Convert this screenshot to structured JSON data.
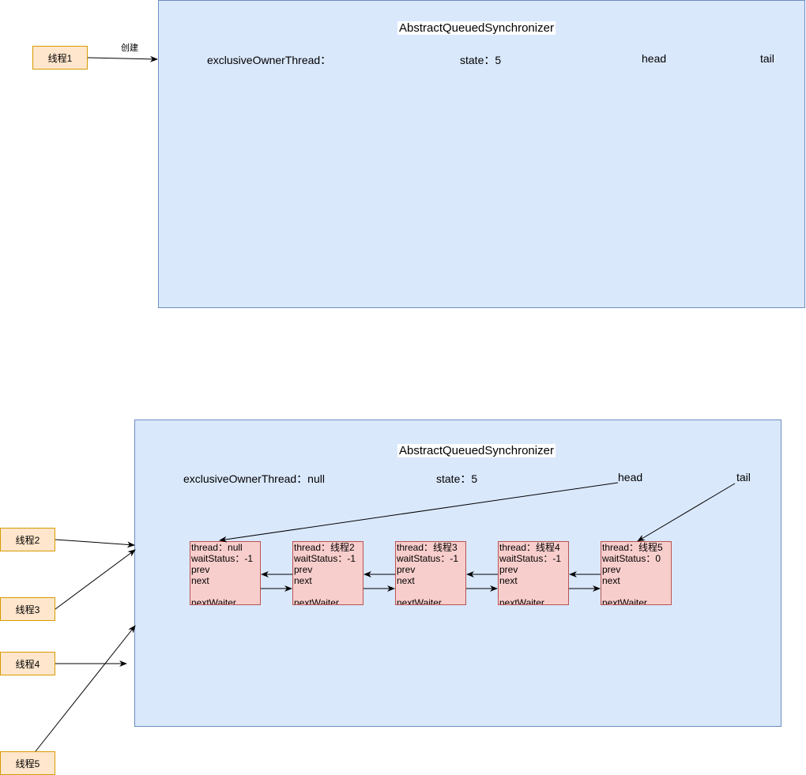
{
  "top": {
    "title": "AbstractQueuedSynchronizer",
    "exclusive_owner": "exclusiveOwnerThread：",
    "state": "state：5",
    "head": "head",
    "tail": "tail",
    "thread_label": "线程1",
    "edge_label": "创建"
  },
  "bottom": {
    "title": "AbstractQueuedSynchronizer",
    "exclusive_owner": "exclusiveOwnerThread：null",
    "state": "state：5",
    "head": "head",
    "tail": "tail",
    "threads": [
      "线程2",
      "线程3",
      "线程4",
      "线程5"
    ],
    "nodes": [
      {
        "thread": "thread：null",
        "waitStatus": "waitStatus：-1",
        "prev": "prev",
        "next": "next",
        "nextWaiter": "nextWaiter"
      },
      {
        "thread": "thread：线程2",
        "waitStatus": "waitStatus：-1",
        "prev": "prev",
        "next": "next",
        "nextWaiter": "nextWaiter"
      },
      {
        "thread": "thread：线程3",
        "waitStatus": "waitStatus：-1",
        "prev": "prev",
        "next": "next",
        "nextWaiter": "nextWaiter"
      },
      {
        "thread": "thread：线程4",
        "waitStatus": "waitStatus：-1",
        "prev": "prev",
        "next": "next",
        "nextWaiter": "nextWaiter"
      },
      {
        "thread": "thread：线程5",
        "waitStatus": "waitStatus：0",
        "prev": "prev",
        "next": "next",
        "nextWaiter": "nextWaiter"
      }
    ]
  },
  "colors": {
    "panel_fill": "#dae8fc",
    "panel_border": "#6c8ebf",
    "thread_fill": "#ffe6cc",
    "thread_border": "#d79b00",
    "node_fill": "#f8cecc",
    "node_border": "#b85450"
  }
}
